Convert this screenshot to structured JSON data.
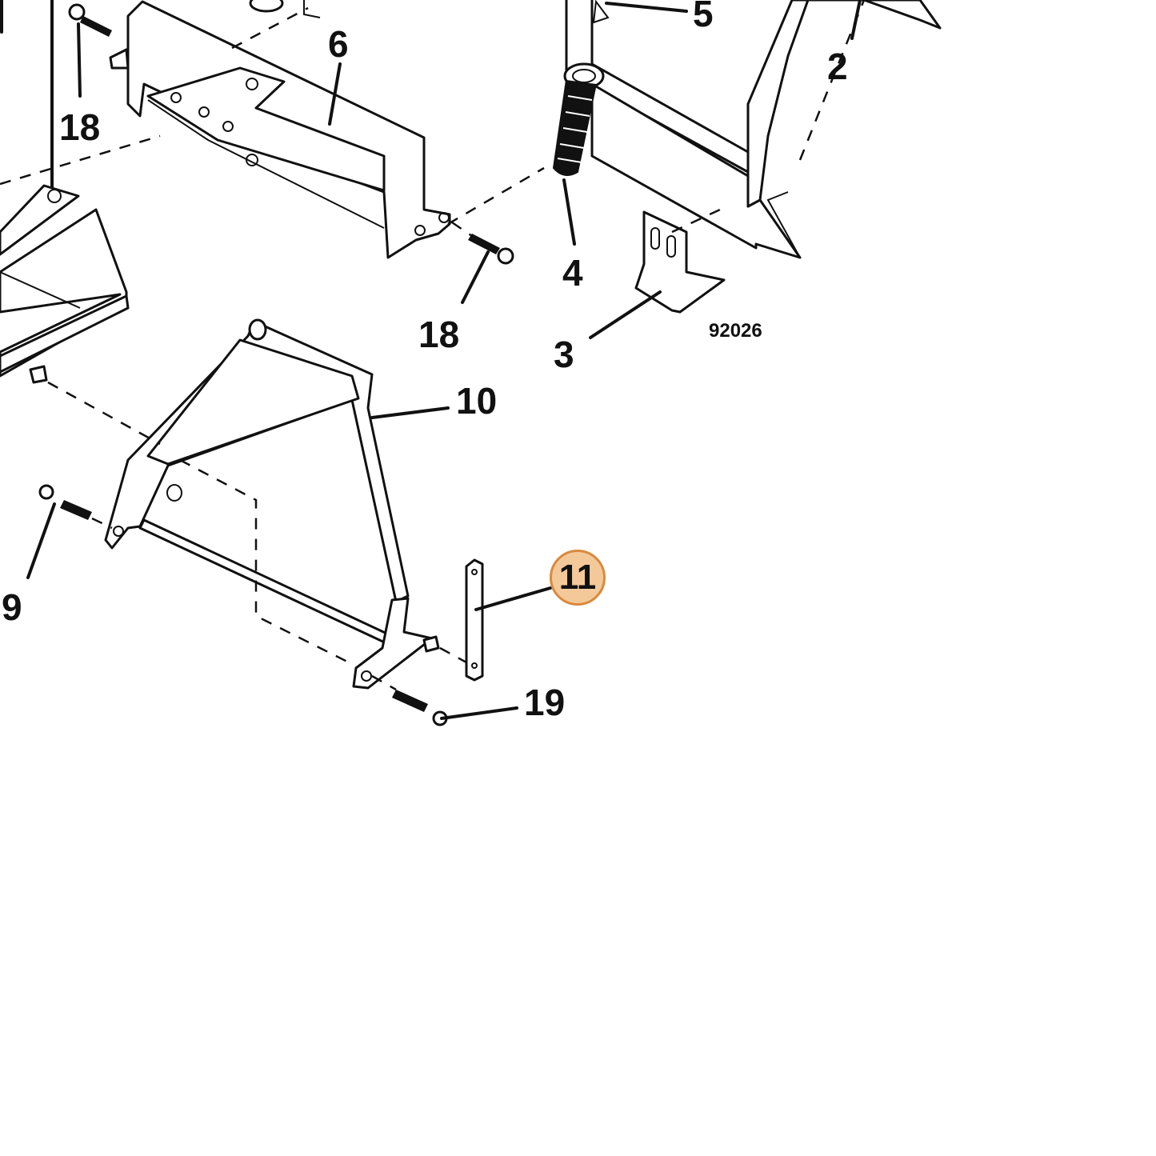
{
  "figure_code": "92026",
  "highlight": {
    "label": "11",
    "fill": "#f4c99a",
    "stroke": "#d98a3e"
  },
  "callouts": {
    "c2": "2",
    "c3": "3",
    "c4": "4",
    "c5": "5",
    "c6": "6",
    "c9": "9",
    "c10": "10",
    "c18a": "18",
    "c18b": "18",
    "c19": "19"
  }
}
